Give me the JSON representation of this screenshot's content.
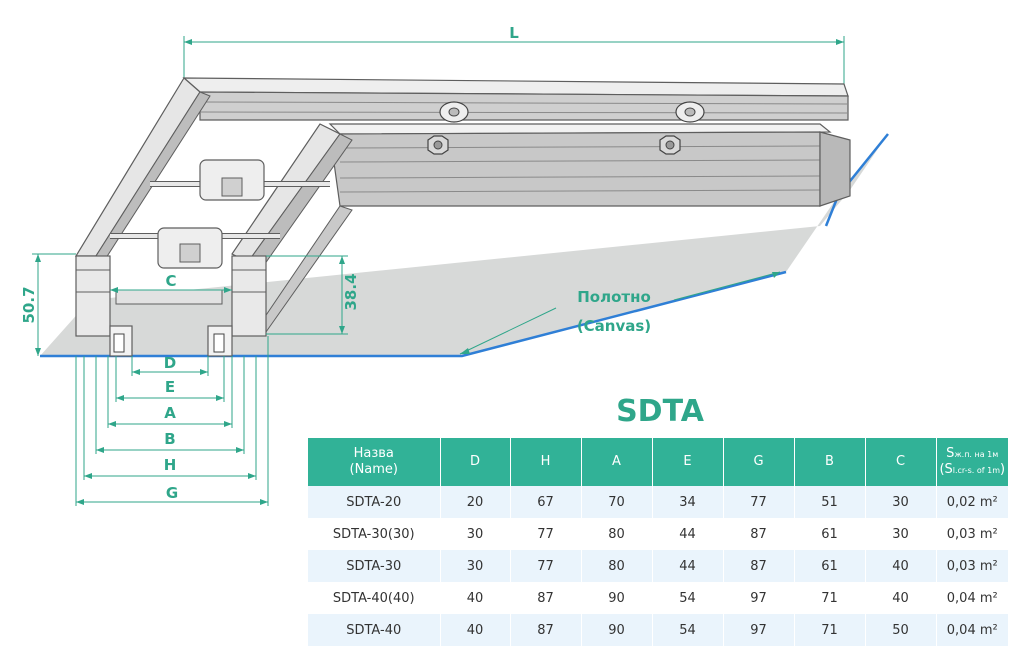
{
  "diagram": {
    "overall_length_label": "L",
    "height_outer_label": "50.7",
    "height_inner_label": "38.4",
    "inner_width_label": "C",
    "canvas_label_ru": "Полотно",
    "canvas_label_en": "(Canvas)",
    "bottom_dims": [
      "D",
      "E",
      "A",
      "B",
      "H",
      "G"
    ]
  },
  "product": {
    "title": "SDTA"
  },
  "table": {
    "headers": [
      {
        "main": "Назва",
        "sub": "(Name)"
      },
      {
        "main": "D"
      },
      {
        "main": "H"
      },
      {
        "main": "A"
      },
      {
        "main": "E"
      },
      {
        "main": "G"
      },
      {
        "main": "B"
      },
      {
        "main": "C"
      },
      {
        "main_s": "S",
        "main_sub": "ж.п. на 1м",
        "sub_s": "(S",
        "sub_sub": "l.cr-s. of 1m",
        "sub_end": ")"
      }
    ],
    "rows": [
      [
        "SDTA-20",
        "20",
        "67",
        "70",
        "34",
        "77",
        "51",
        "30",
        "0,02 m²"
      ],
      [
        "SDTA-30(30)",
        "30",
        "77",
        "80",
        "44",
        "87",
        "61",
        "30",
        "0,03 m²"
      ],
      [
        "SDTA-30",
        "30",
        "77",
        "80",
        "44",
        "87",
        "61",
        "40",
        "0,03 m²"
      ],
      [
        "SDTA-40(40)",
        "40",
        "87",
        "90",
        "54",
        "97",
        "71",
        "40",
        "0,04 m²"
      ],
      [
        "SDTA-40",
        "40",
        "87",
        "90",
        "54",
        "97",
        "71",
        "50",
        "0,04 m²"
      ]
    ]
  },
  "colors": {
    "accent": "#2fa68a",
    "header_bg": "#31b297",
    "row_stripe": "#eaf4fc",
    "canvas": "#d7d9d8",
    "canvas_edge": "#2f7fd6"
  }
}
